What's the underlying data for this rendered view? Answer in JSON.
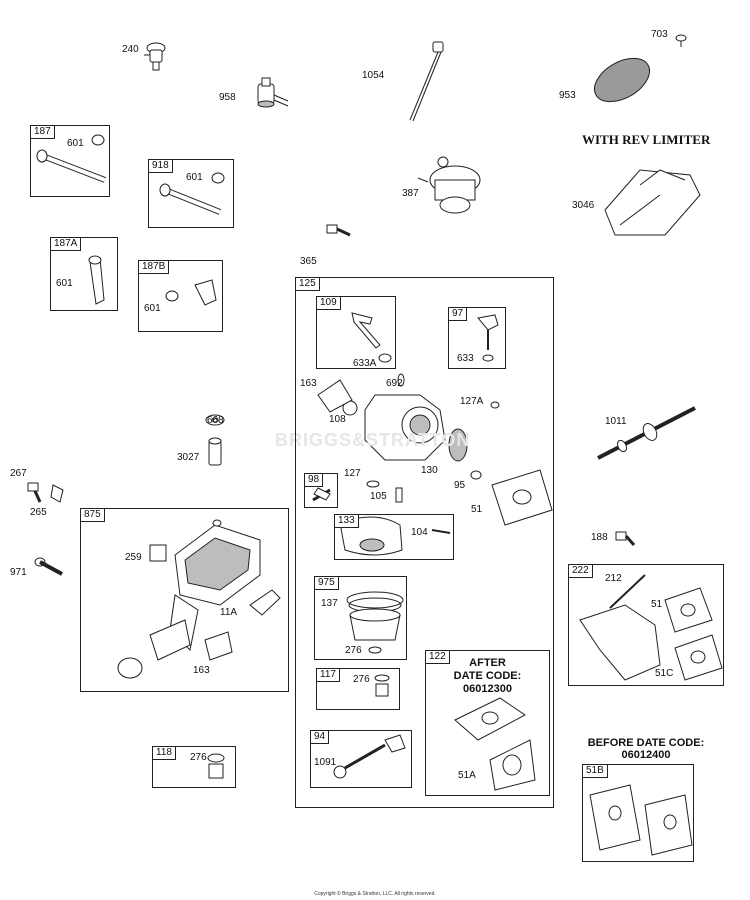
{
  "watermark": "BRIGGS&STRATTON",
  "copyright": "Copyright © Briggs & Stratton, LLC. All rights reserved.",
  "headings": {
    "rev_limiter": "WITH REV LIMITER",
    "before_date_code": "BEFORE DATE CODE:",
    "before_date_value": "06012400",
    "after": "AFTER",
    "after_date_code": "DATE CODE:",
    "after_date_value": "06012300"
  },
  "boxes": {
    "b187": "187",
    "b918": "918",
    "b187a": "187A",
    "b187b": "187B",
    "b125": "125",
    "b109": "109",
    "b97": "97",
    "b98": "98",
    "b133": "133",
    "b975": "975",
    "b117": "117",
    "b94": "94",
    "b122": "122",
    "b875": "875",
    "b118": "118",
    "b222": "222",
    "b51b": "51B"
  },
  "labels": {
    "p240": "240",
    "p958": "958",
    "p1054": "1054",
    "p703": "703",
    "p953": "953",
    "p601a": "601",
    "p601b": "601",
    "p601c": "601",
    "p601d": "601",
    "p387": "387",
    "p3046": "3046",
    "p365": "365",
    "p633a": "633A",
    "p633": "633",
    "p163a": "163",
    "p692": "692",
    "p108": "108",
    "p127a": "127A",
    "p127": "127",
    "p130": "130",
    "p105": "105",
    "p95": "95",
    "p51a": "51",
    "p104": "104",
    "p137": "137",
    "p276a": "276",
    "p276b": "276",
    "p276c": "276",
    "p1091": "1091",
    "p51A": "51A",
    "p668": "668",
    "p3027": "3027",
    "p1011": "1011",
    "p267": "267",
    "p265": "265",
    "p971": "971",
    "p259": "259",
    "p11a": "11A",
    "p163b": "163",
    "p188": "188",
    "p212": "212",
    "p51c": "51",
    "p51C": "51C"
  },
  "colors": {
    "line": "#222222",
    "fill": "#ffffff",
    "shade": "#bdbdbd"
  }
}
